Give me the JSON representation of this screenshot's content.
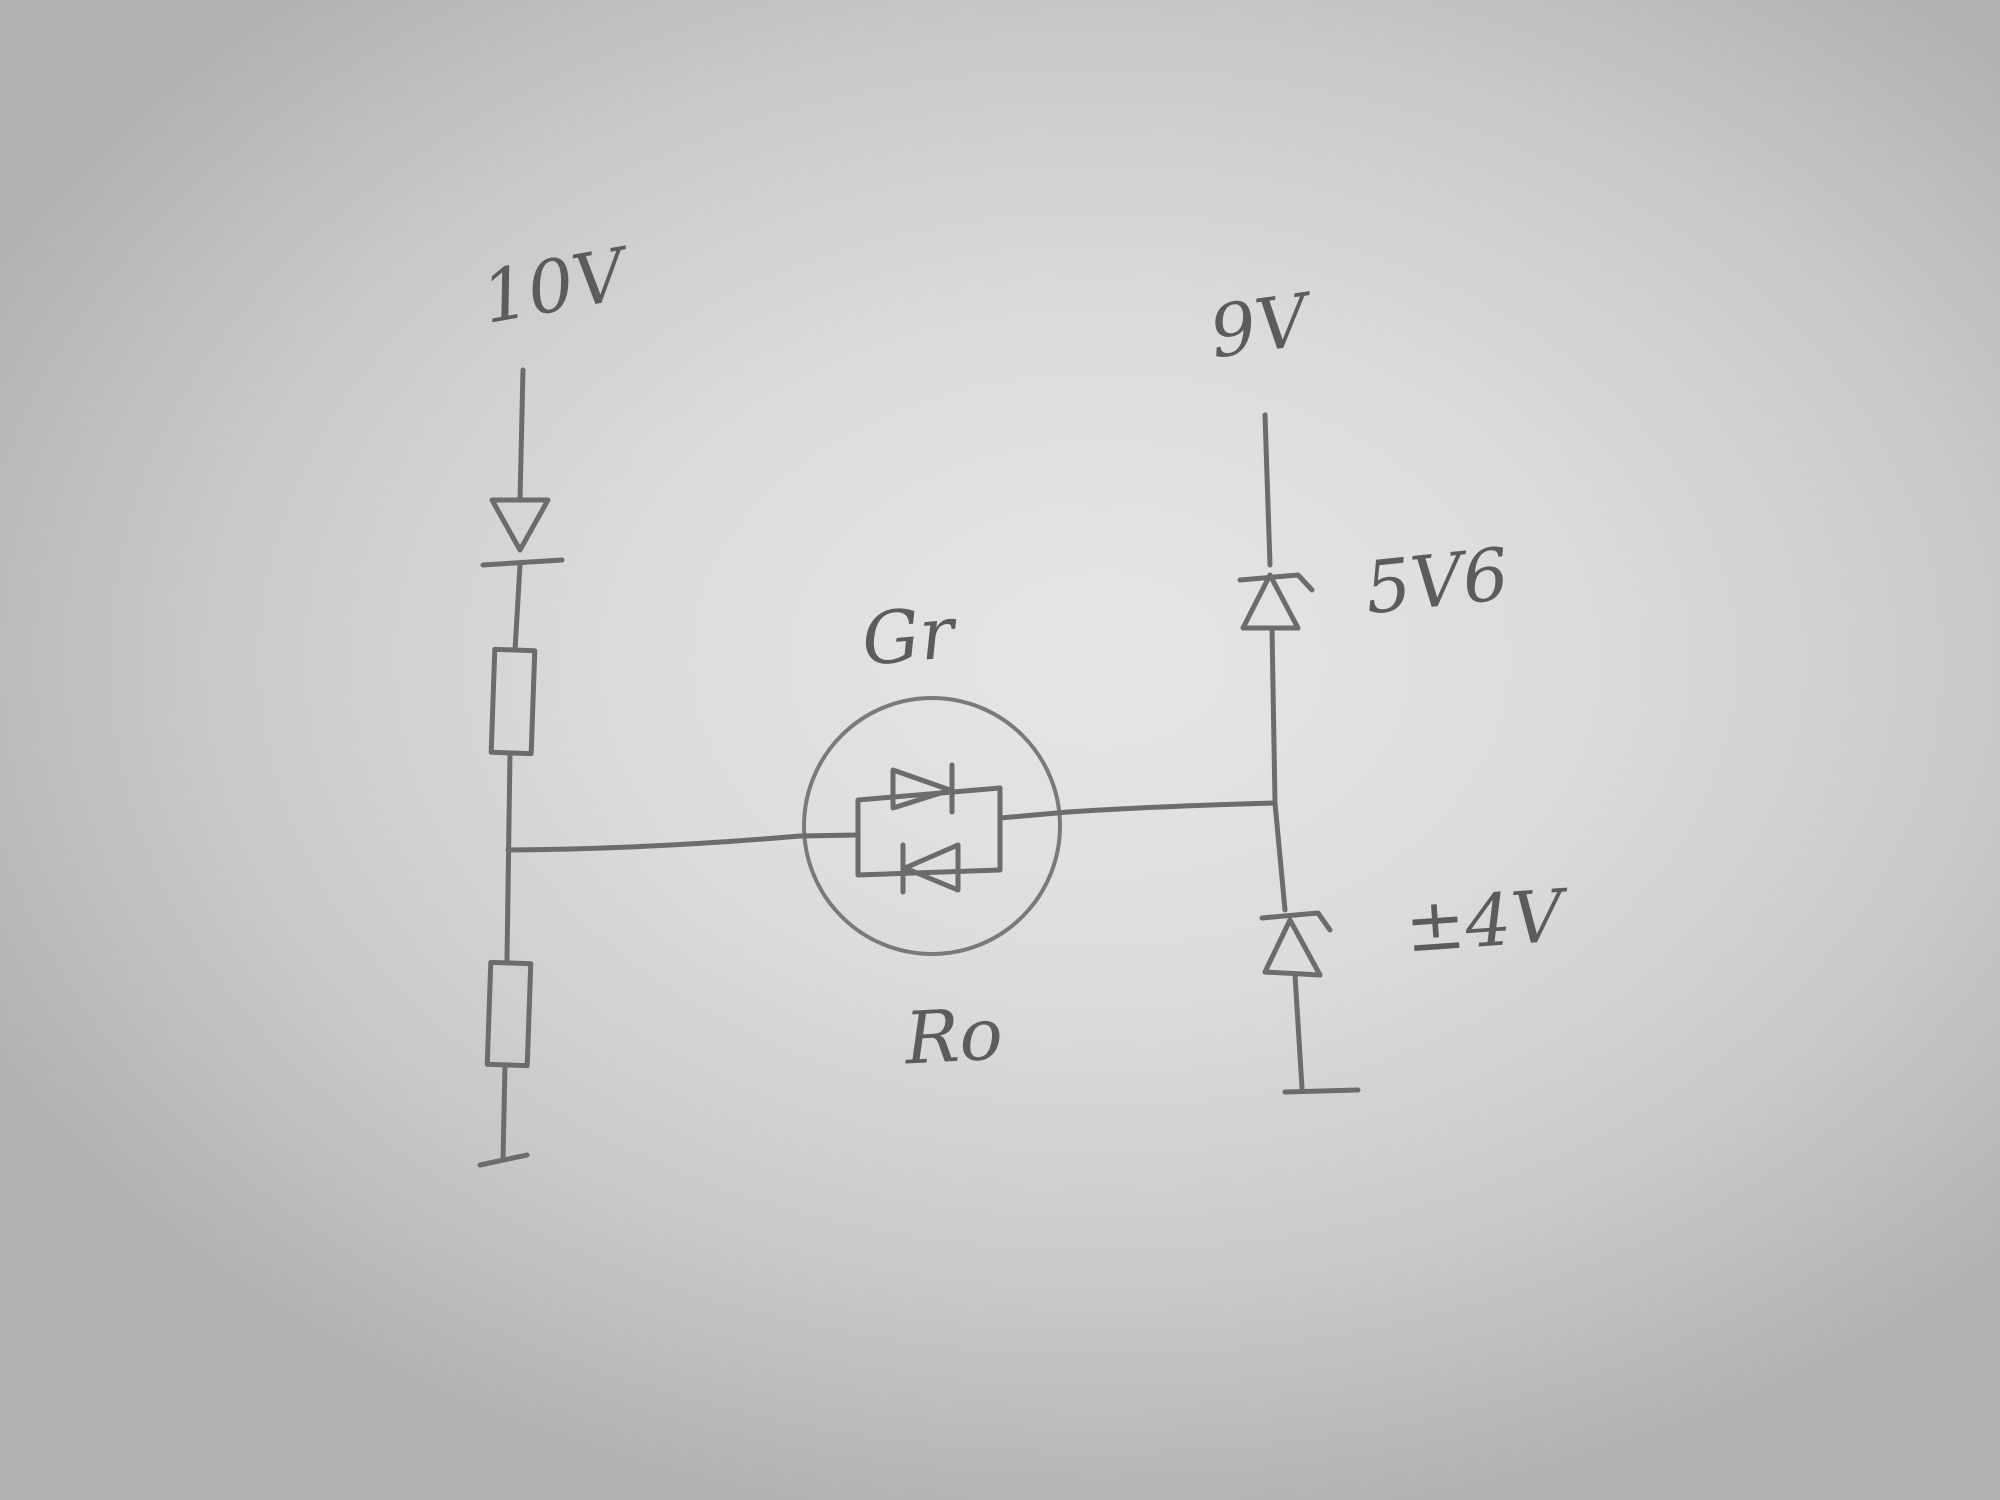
{
  "labels": {
    "left_supply": "10V",
    "right_supply": "9V",
    "upper_zener": "5V6",
    "lower_zener": "±4V",
    "led_color": "Gr",
    "led_color_alt": "Ro"
  }
}
